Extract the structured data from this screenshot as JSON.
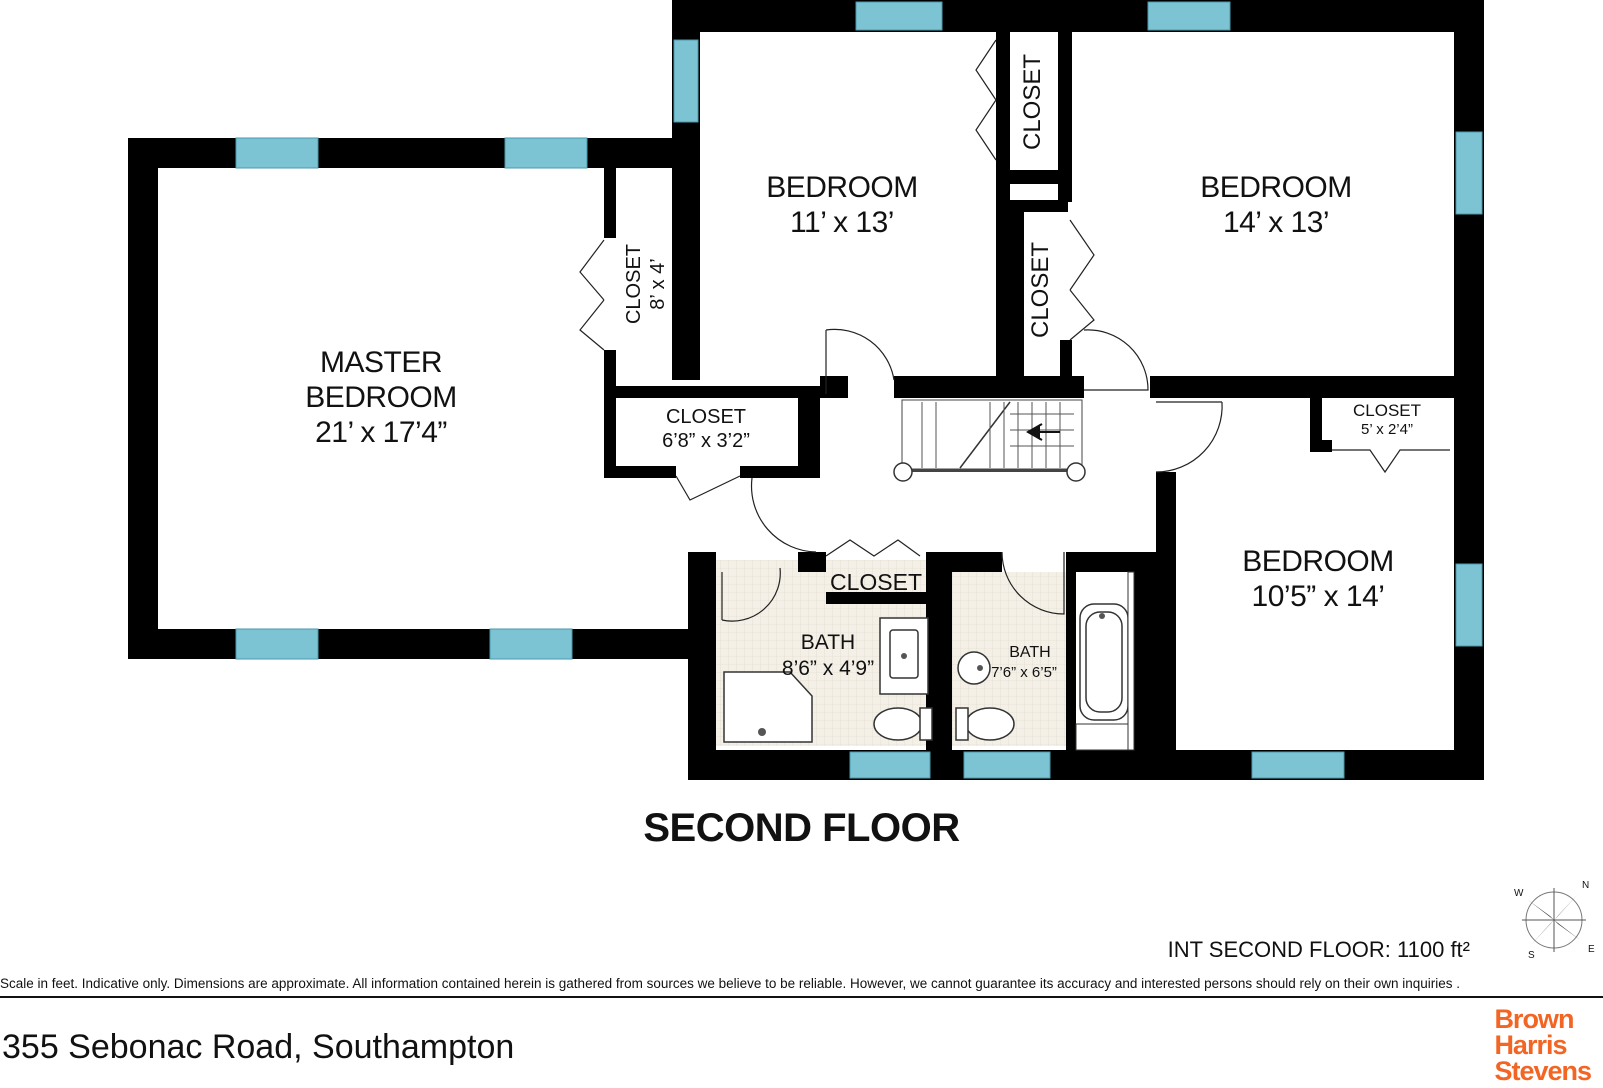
{
  "floor_title": "SECOND FLOOR",
  "rooms": {
    "master_name_1": "MASTER",
    "master_name_2": "BEDROOM",
    "master_dim": "21’ x 17’4”",
    "bedroom1_name": "BEDROOM",
    "bedroom1_dim": "11’ x 13’",
    "bedroom2_name": "BEDROOM",
    "bedroom2_dim": "14’ x 13’",
    "bedroom3_name": "BEDROOM",
    "bedroom3_dim": "10’5” x 14’",
    "master_closet_name": "CLOSET",
    "master_closet_dim": "8’ x 4’",
    "hall_closet_name": "CLOSET",
    "hall_closet_dim": "6’8” x 3’2”",
    "bed1_closet_name": "CLOSET",
    "bed2_closet_name": "CLOSET",
    "bed3_closet_name": "CLOSET",
    "bed3_closet_dim": "5’ x 2’4”",
    "bath_closet_name": "CLOSET",
    "bath1_name": "BATH",
    "bath1_dim": "8’6” x 4’9”",
    "bath2_name": "BATH",
    "bath2_dim": "7’6” x 6’5”"
  },
  "area_text": "INT SECOND FLOOR: 1100 ft²",
  "disclaimer": "Scale in feet. Indicative only. Dimensions are approximate. All information contained herein is gathered from sources we believe to be reliable. However, we cannot guarantee its accuracy and interested persons should rely on their own inquiries .",
  "address": "355 Sebonac Road, Southampton",
  "brand": {
    "line1": "Brown",
    "line2": "Harris",
    "line3": "Stevens",
    "color": "#f26522"
  },
  "compass": {
    "n": "N",
    "e": "E",
    "s": "S",
    "w": "W"
  },
  "colors": {
    "wall": "#000000",
    "window": "#7cc3d4",
    "tile": "#f3efe6"
  }
}
